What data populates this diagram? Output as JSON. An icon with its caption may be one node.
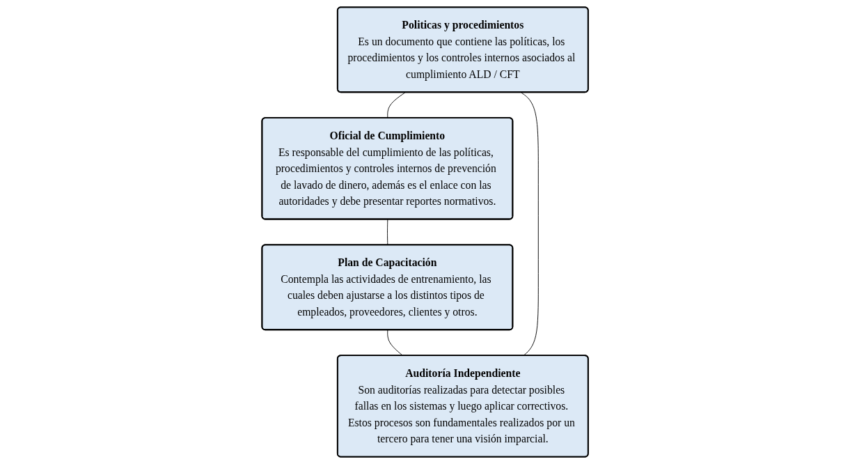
{
  "diagram": {
    "nodes": [
      {
        "text": [
          "Politicas y procedimientos",
          "Es un documento que contiene las políticas, los procedimientos y los controles internos asociados al cumplimiento ALD / CFT"
        ]
      },
      {
        "text": [
          "Oficial de Cumplimiento",
          "Es responsable del cumplimiento de las políticas, procedimientos y controles internos de prevención de lavado de dinero, además es el enlace con las autoridades y debe presentar reportes normativos."
        ]
      },
      {
        "text": [
          "Plan de Capacitación",
          "Contempla las actividades de entrenamiento, las cuales deben ajustarse a los distintos tipos de empleados, proveedores, clientes y otros."
        ]
      },
      {
        "text": [
          "Auditoría Independiente",
          "Son auditorías realizadas para detectar posibles fallas en los sistemas y luego aplicar correctivos. Estos procesos son fundamentales realizados por un tercero para tener una visión imparcial."
        ]
      }
    ],
    "edges": [
      {
        "from": 0,
        "to": 1,
        "arrow": "none"
      },
      {
        "from": 1,
        "to": 2,
        "arrow": "none"
      },
      {
        "from": 2,
        "to": 3,
        "arrow": "none"
      },
      {
        "from": 3,
        "to": 0,
        "arrow": "none"
      }
    ]
  }
}
